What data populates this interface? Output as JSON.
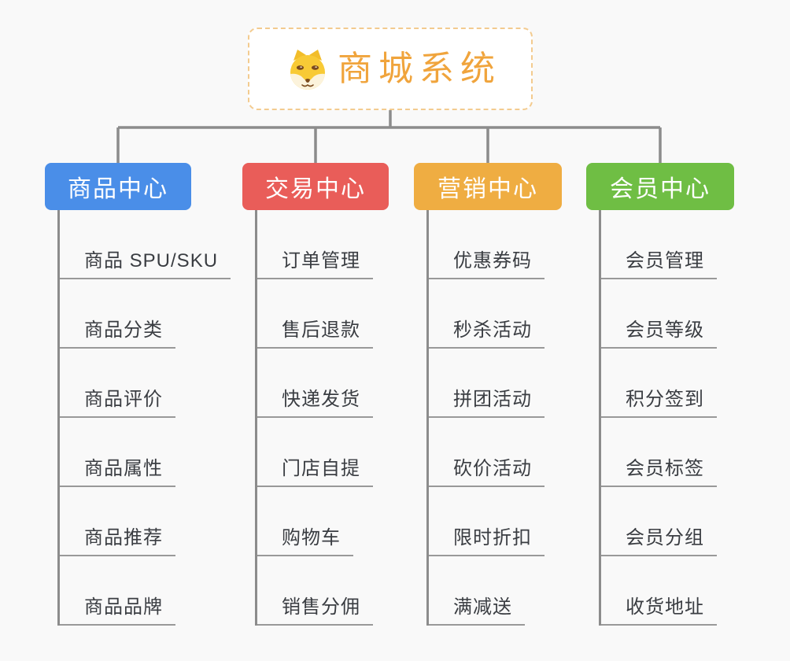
{
  "root": {
    "title": "商城系统",
    "icon": "shiba-dog-icon"
  },
  "colors": {
    "background": "#f9f9f9",
    "connector": "#8c8c8c",
    "leaf_underline": "#999999",
    "leaf_text": "#3a3d42",
    "root_accent": "#f0a43c",
    "root_border": "#f3cb8f"
  },
  "branches": [
    {
      "label": "商品中心",
      "color": "#4a8ee8",
      "items": [
        "商品 SPU/SKU",
        "商品分类",
        "商品评价",
        "商品属性",
        "商品推荐",
        "商品品牌"
      ]
    },
    {
      "label": "交易中心",
      "color": "#e95d59",
      "items": [
        "订单管理",
        "售后退款",
        "快递发货",
        "门店自提",
        "购物车",
        "销售分佣"
      ]
    },
    {
      "label": "营销中心",
      "color": "#efad42",
      "items": [
        "优惠券码",
        "秒杀活动",
        "拼团活动",
        "砍价活动",
        "限时折扣",
        "满减送"
      ]
    },
    {
      "label": "会员中心",
      "color": "#6fbe44",
      "items": [
        "会员管理",
        "会员等级",
        "积分签到",
        "会员标签",
        "会员分组",
        "收货地址"
      ]
    }
  ]
}
